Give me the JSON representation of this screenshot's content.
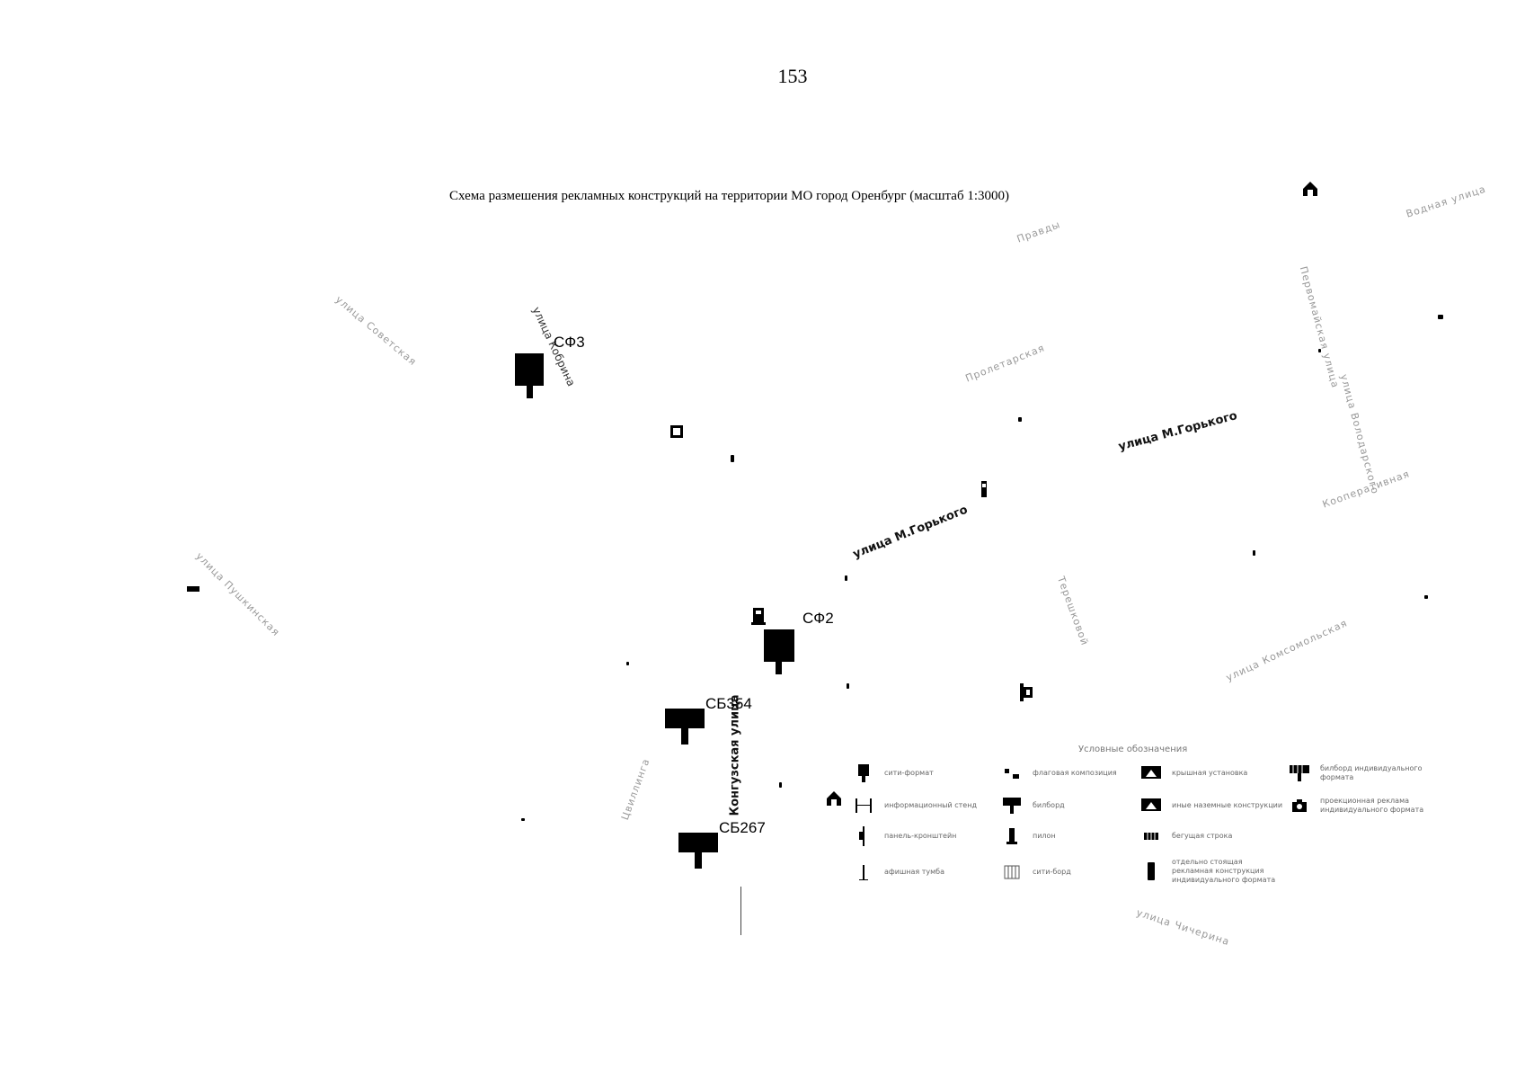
{
  "page_number": "153",
  "map_title": "Схема размешения рекламных конструкций на территории МО город Оренбург (масштаб 1:3000)",
  "streets": {
    "gorkogo_upper": "улица М.Горького",
    "gorkogo_lower": "улица М.Горького",
    "vertical_center": "Конгузская улица",
    "upper_left": "улица Кобрина",
    "misc_1": "Пролетарская",
    "misc_2": "улица Советская",
    "misc_3": "улица Пушкинская",
    "misc_4": "Кооперативная",
    "misc_5": "Первомайская улица",
    "misc_6": "улица Володарского",
    "misc_7": "Терешковой",
    "misc_8": "улица Комсомольская",
    "misc_9": "Цвиллинга",
    "misc_10": "улица Чичерина",
    "misc_11": "Водная улица",
    "misc_12": "Правды"
  },
  "sites": [
    {
      "id": "СФ3",
      "type": "supersite"
    },
    {
      "id": "СФ2",
      "type": "supersite"
    },
    {
      "id": "СБ354",
      "type": "billboard"
    },
    {
      "id": "СБ267",
      "type": "billboard"
    }
  ],
  "legend": {
    "title": "Условные обозначения",
    "items": [
      {
        "label": "сити-формат",
        "icon": "city-format-icon"
      },
      {
        "label": "флаговая композиция",
        "icon": "flag-composition-icon"
      },
      {
        "label": "крышная установка",
        "icon": "roof-installation-icon"
      },
      {
        "label": "билборд индивидуального формата",
        "icon": "individual-billboard-icon"
      },
      {
        "label": "информационный стенд",
        "icon": "info-stand-icon"
      },
      {
        "label": "билборд",
        "icon": "billboard-icon"
      },
      {
        "label": "иные наземные конструкции",
        "icon": "other-ground-construction-icon"
      },
      {
        "label": "проекционная реклама индивидуального формата",
        "icon": "projection-ad-icon"
      },
      {
        "label": "панель-кронштейн",
        "icon": "bracket-panel-icon"
      },
      {
        "label": "пилон",
        "icon": "pylon-icon"
      },
      {
        "label": "бегущая строка",
        "icon": "running-line-icon"
      },
      {
        "label": "отдельно стоящая рекламная конструкция индивидуального формата",
        "icon": "standalone-individual-icon"
      },
      {
        "label": "афишная тумба",
        "icon": "poster-column-icon"
      },
      {
        "label": "сити-борд",
        "icon": "city-board-icon"
      }
    ]
  },
  "colors": {
    "ink": "#000000",
    "faint_ink": "#999999",
    "background": "#ffffff"
  }
}
